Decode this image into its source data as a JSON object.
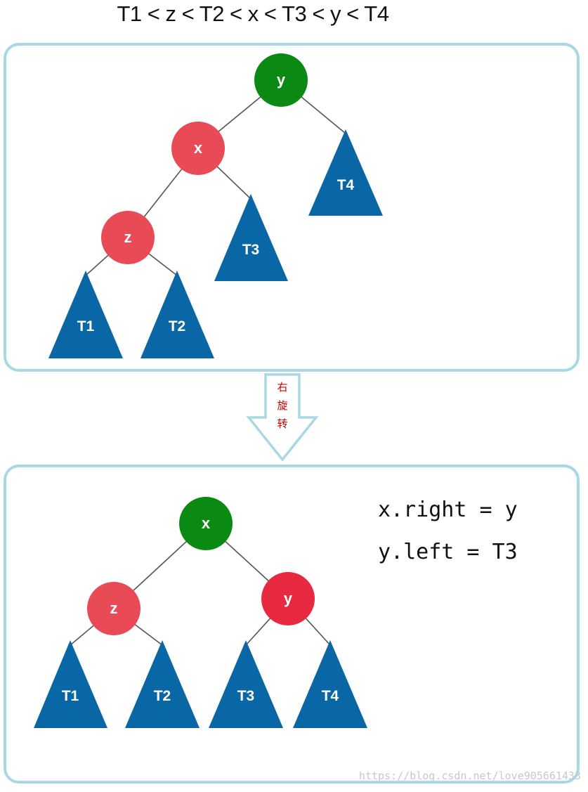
{
  "header": {
    "order_formula": "T1 < z < T2 < x < T3 < y < T4"
  },
  "colors": {
    "root_green": "#0a8a12",
    "red_node": "#e84a56",
    "red_node_y": "#e82a40",
    "subtree_blue": "#0a67a6",
    "panel_border": "#a8d8e6",
    "arrow_text": "#cc0000"
  },
  "before": {
    "nodes": {
      "y": "y",
      "x": "x",
      "z": "z"
    },
    "subtrees": {
      "t1": "T1",
      "t2": "T2",
      "t3": "T3",
      "t4": "T4"
    }
  },
  "arrow": {
    "chars": [
      "右",
      "旋",
      "转"
    ]
  },
  "after": {
    "nodes": {
      "x": "x",
      "z": "z",
      "y": "y"
    },
    "subtrees": {
      "t1": "T1",
      "t2": "T2",
      "t3": "T3",
      "t4": "T4"
    },
    "code": {
      "line1": "x.right = y",
      "line2": "y.left = T3"
    }
  },
  "watermark": "https://blog.csdn.net/love905661433"
}
